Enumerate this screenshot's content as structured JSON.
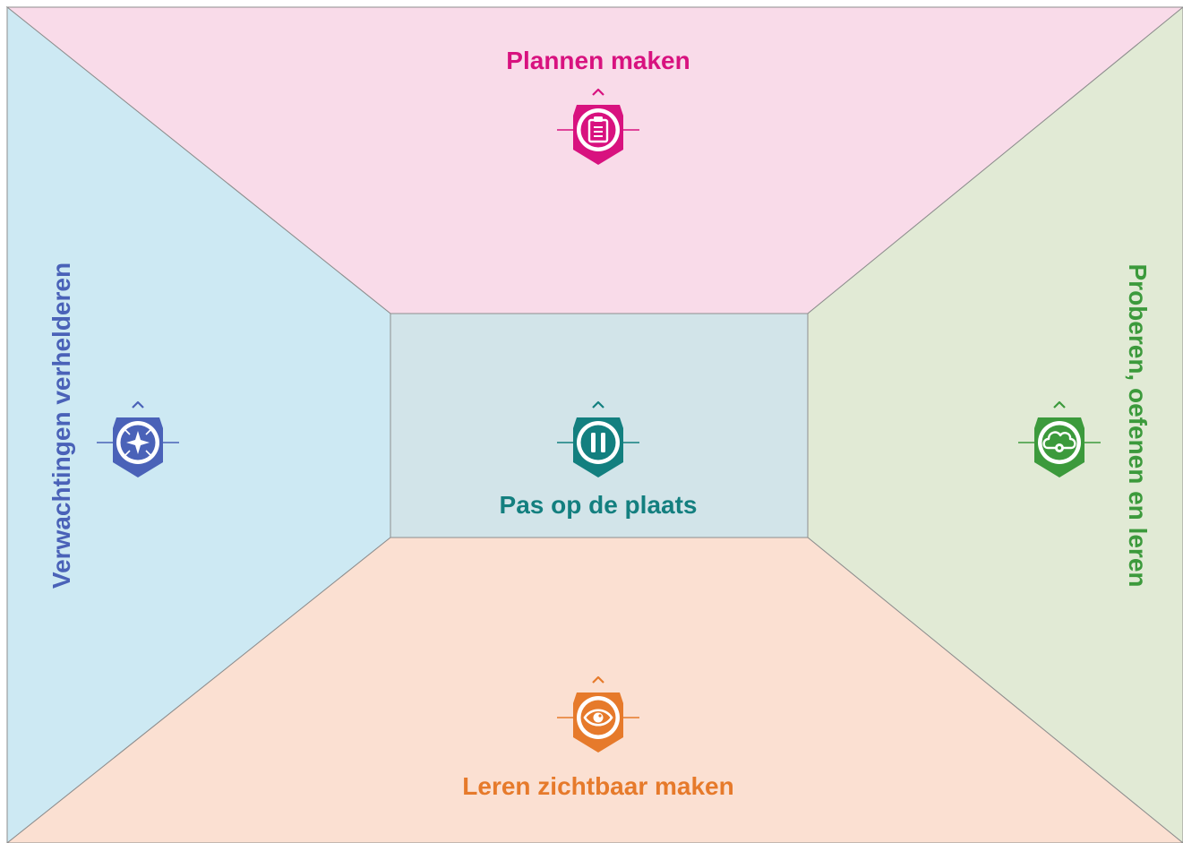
{
  "colors": {
    "pink": "#d8127f",
    "pink_bg": "#f9dbe9",
    "blue": "#4a62b8",
    "blue_bg": "#cde9f3",
    "teal": "#137f7f",
    "teal_bg": "#d2e4e9",
    "green": "#3c9a3c",
    "green_bg": "#e1ead5",
    "orange": "#e67a2b",
    "orange_bg": "#fbe0d2",
    "outline": "#8e8e8e"
  },
  "sections": {
    "top": {
      "label": "Plannen maken",
      "icon": "clipboard-icon"
    },
    "left": {
      "label": "Verwachtingen verhelderen",
      "icon": "compass-star-icon"
    },
    "center": {
      "label": "Pas op de plaats",
      "icon": "pause-icon"
    },
    "right": {
      "label": "Proberen, oefenen en leren",
      "icon": "cloud-gear-icon"
    },
    "bottom": {
      "label": "Leren zichtbaar maken",
      "icon": "eye-icon"
    }
  }
}
